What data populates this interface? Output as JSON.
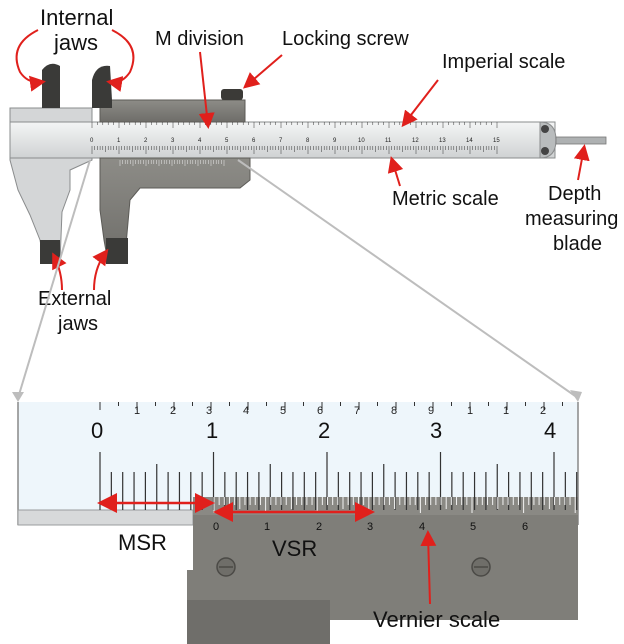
{
  "labels": {
    "internal_jaws_1": "Internal",
    "internal_jaws_2": "jaws",
    "m_division": "M division",
    "locking_screw": "Locking screw",
    "imperial_scale": "Imperial scale",
    "metric_scale": "Metric scale",
    "depth_1": "Depth",
    "depth_2": "measuring",
    "depth_3": "blade",
    "external_jaws_1": "External",
    "external_jaws_2": "jaws",
    "msr": "MSR",
    "vsr": "VSR",
    "vernier_scale": "Vernier scale"
  },
  "caliper_metric_numbers": [
    "0",
    "1",
    "2",
    "3",
    "4",
    "5",
    "6",
    "7",
    "8",
    "9",
    "10",
    "11",
    "12",
    "13",
    "14",
    "15"
  ],
  "zoom": {
    "imperial_numbers": [
      "1",
      "2",
      "3",
      "4",
      "5",
      "6",
      "7",
      "8",
      "9",
      "1",
      "1",
      "2"
    ],
    "main_numbers": [
      "0",
      "1",
      "2",
      "3",
      "4"
    ],
    "vernier_numbers": [
      "0",
      "1",
      "2",
      "3",
      "4",
      "5",
      "6"
    ]
  },
  "colors": {
    "annotation": "#e0201c",
    "steel_light": "#d9dbdc",
    "steel_dark": "#7d7c78",
    "scale_face": "#eef6fb"
  }
}
